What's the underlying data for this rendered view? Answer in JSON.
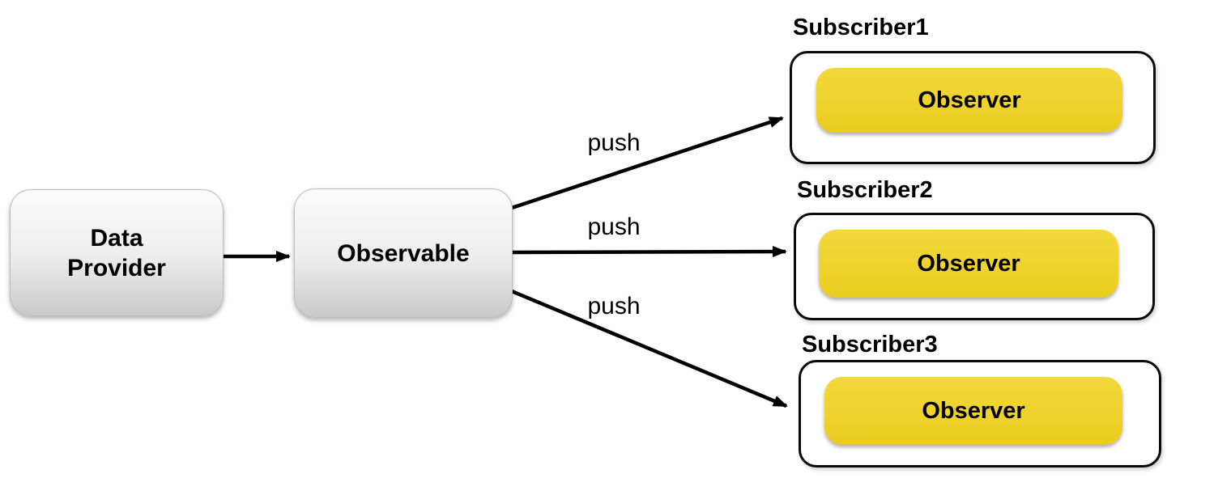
{
  "nodes": {
    "data_provider": {
      "label": "Data Provider"
    },
    "observable": {
      "label": "Observable"
    }
  },
  "subscribers": [
    {
      "title": "Subscriber1",
      "observer_label": "Observer"
    },
    {
      "title": "Subscriber2",
      "observer_label": "Observer"
    },
    {
      "title": "Subscriber3",
      "observer_label": "Observer"
    }
  ],
  "edges": {
    "push_labels": [
      "push",
      "push",
      "push"
    ]
  },
  "colors": {
    "background": "#FFFFFF",
    "text": "#000000",
    "arrow": "#000000",
    "gray_node_top": "#FCFCFC",
    "gray_node_bottom": "#C9C9C9",
    "gray_node_border": "#BDBDBD",
    "subscriber_fill": "#FFFFFF",
    "subscriber_border": "#0A0A0A",
    "observer_fill": "#F0D32E",
    "observer_fill_bottom": "#EACC1F"
  }
}
